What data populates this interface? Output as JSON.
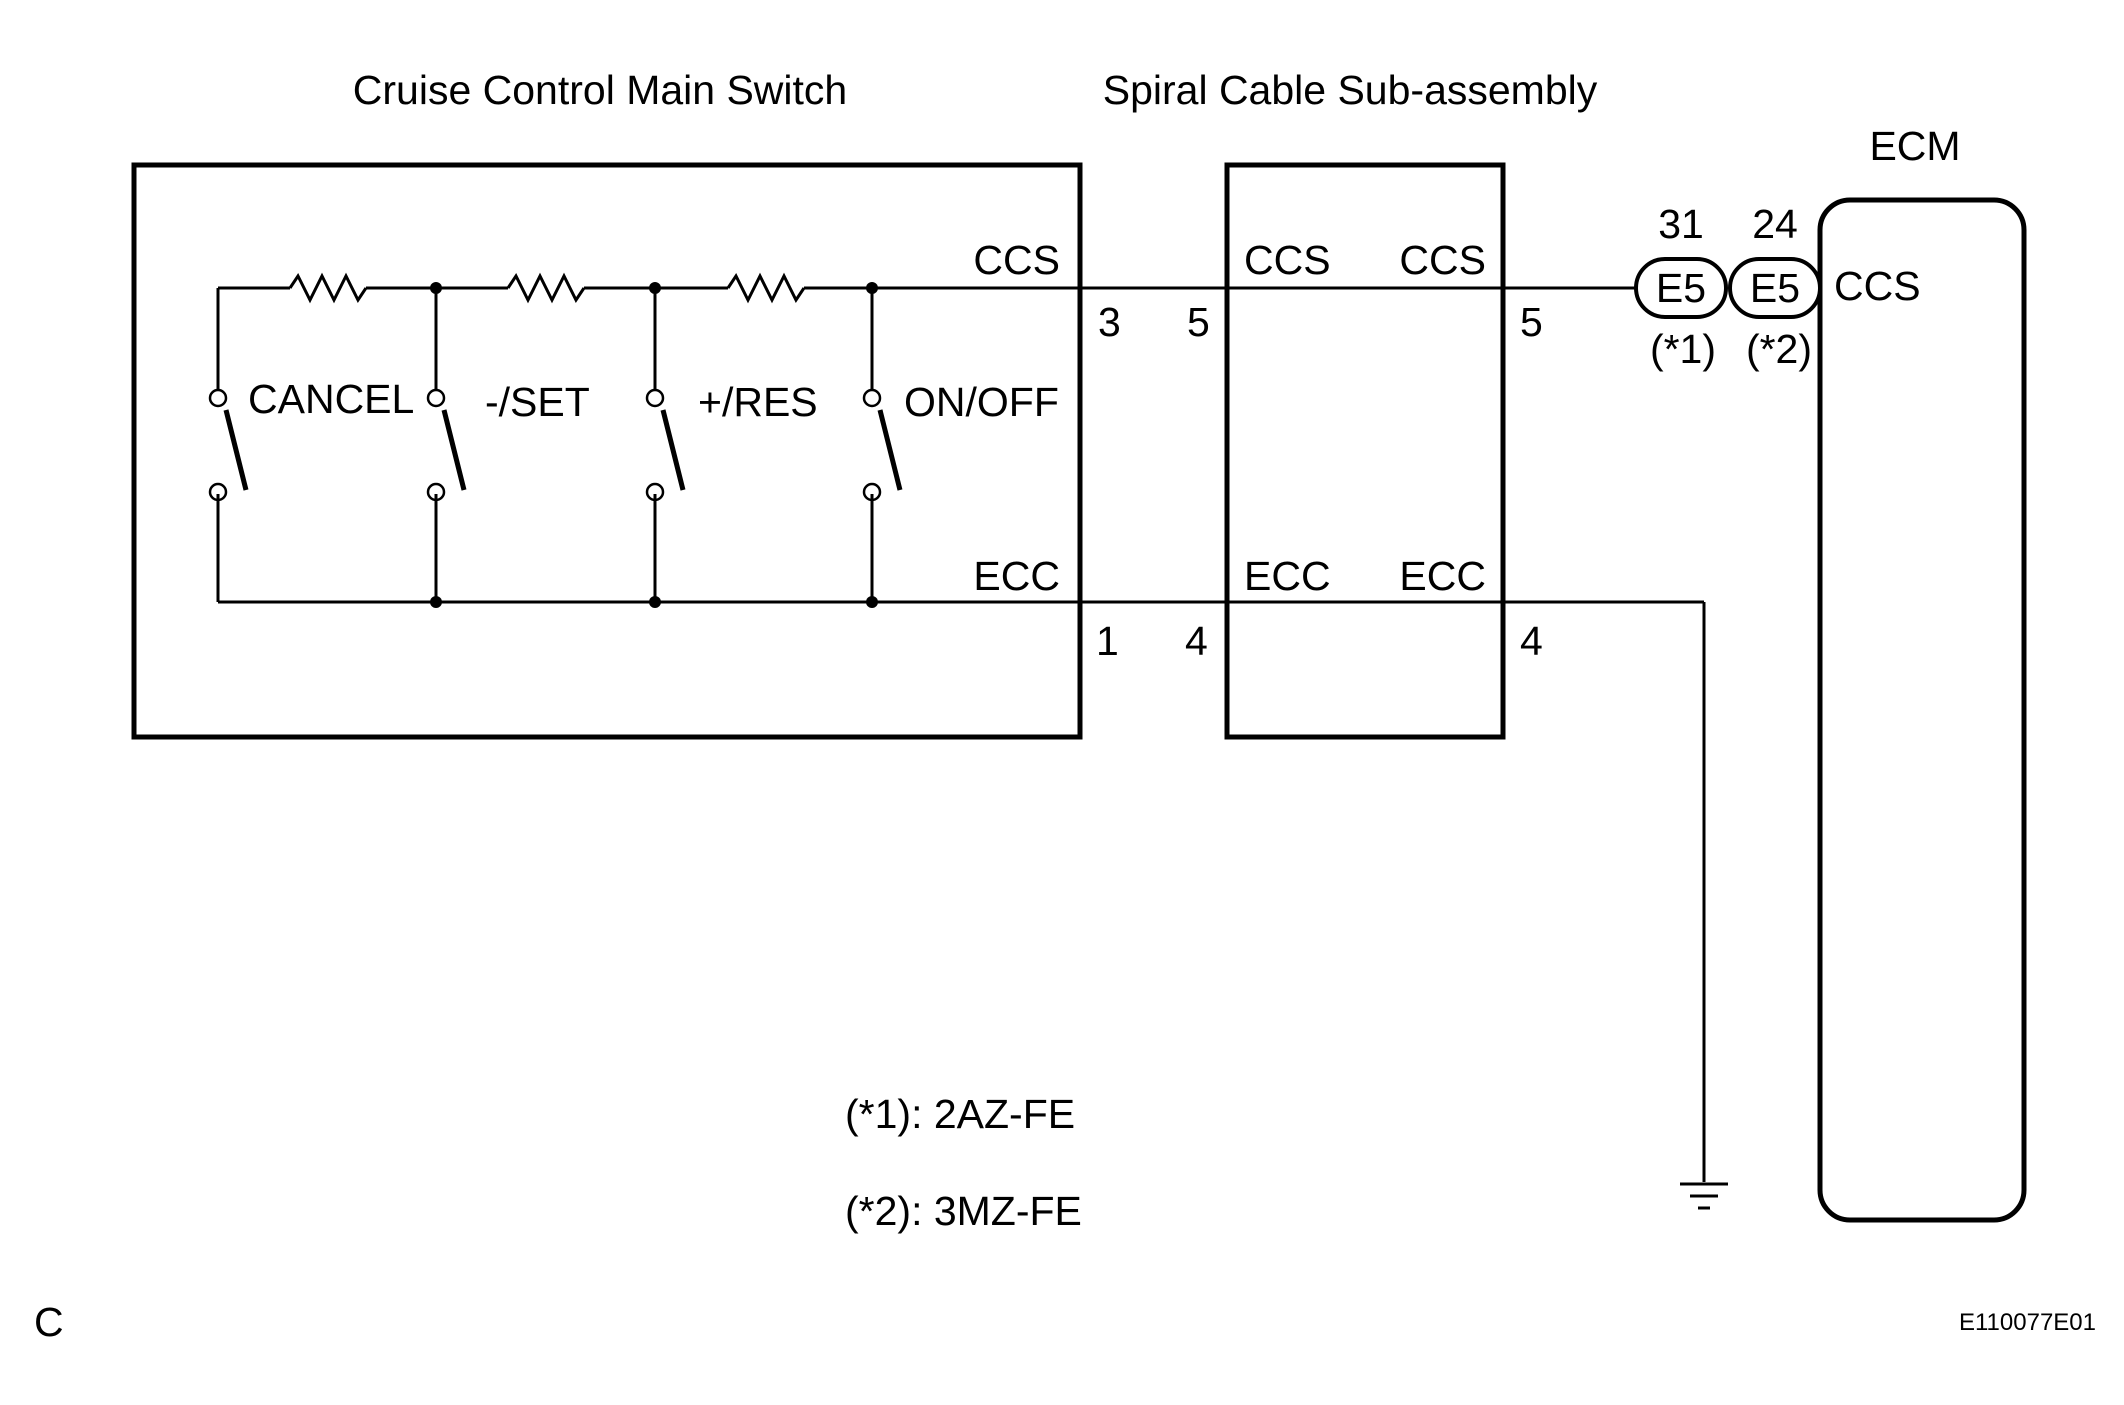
{
  "components": {
    "main_switch": {
      "title": "Cruise Control Main Switch"
    },
    "spiral_cable": {
      "title": "Spiral Cable Sub-assembly"
    },
    "ecm": {
      "title": "ECM"
    }
  },
  "switches": [
    "CANCEL",
    "-/SET",
    "+/RES",
    "ON/OFF"
  ],
  "main_switch_terminals": {
    "top": "CCS",
    "bottom": "ECC",
    "top_pin": "3",
    "bottom_pin": "1"
  },
  "spiral_cable_terminals": {
    "left_top": "CCS",
    "right_top": "CCS",
    "left_bottom": "ECC",
    "right_bottom": "ECC",
    "left_top_pin": "5",
    "right_top_pin": "5",
    "left_bottom_pin": "4",
    "right_bottom_pin": "4"
  },
  "connectors": [
    {
      "pin": "31",
      "name": "E5",
      "variant": "(*1)"
    },
    {
      "pin": "24",
      "name": "E5",
      "variant": "(*2)"
    }
  ],
  "ecm_terminal": "CCS",
  "notes": [
    "(*1): 2AZ-FE",
    "(*2): 3MZ-FE"
  ],
  "corner_label": "C",
  "figure_code": "E110077E01"
}
